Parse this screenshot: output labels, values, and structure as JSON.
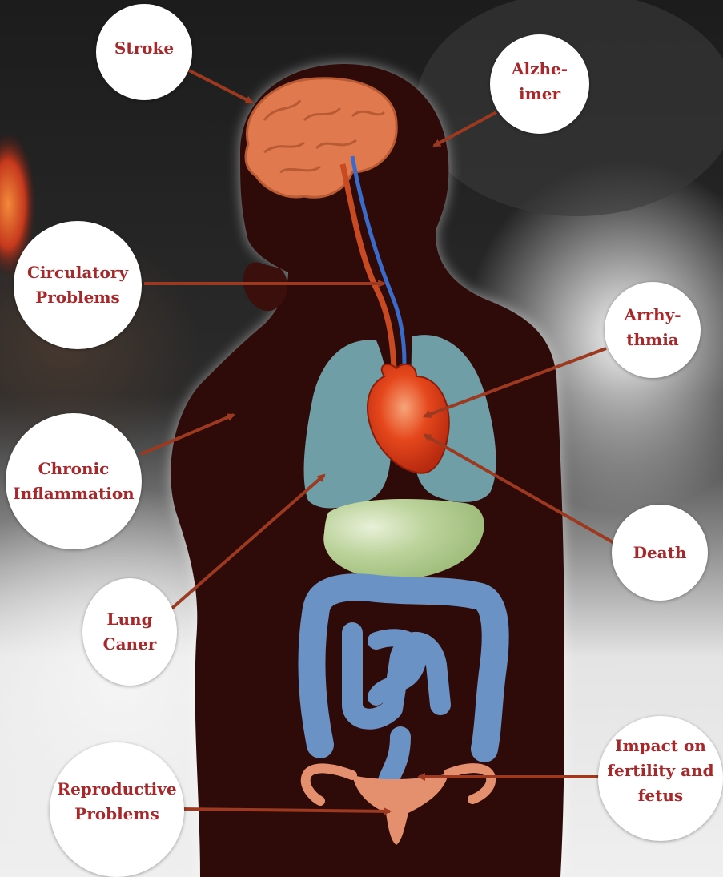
{
  "colors": {
    "label_text": "#a6282b",
    "arrow": "#9b3a20",
    "body": "#2e0a09",
    "brain": "#e07a4e",
    "lungs": "#6f9ea6",
    "heart": "#e5471c",
    "liver": "#b9d19a",
    "intestine": "#6a92c4",
    "uterus": "#e48f6d"
  },
  "labels": {
    "stroke": [
      "Stroke"
    ],
    "alzheimer": [
      "Alzhe-",
      "imer"
    ],
    "circulatory": [
      "Circulatory",
      "Problems"
    ],
    "arrhythmia": [
      "Arrhy-",
      "thmia"
    ],
    "chronic": [
      "Chronic",
      "Inflammation"
    ],
    "death": [
      "Death"
    ],
    "lung": [
      "Lung",
      "Caner"
    ],
    "reproductive": [
      "Reproductive",
      "Problems"
    ],
    "impact": [
      "Impact on",
      "fertility and",
      "fetus"
    ]
  }
}
